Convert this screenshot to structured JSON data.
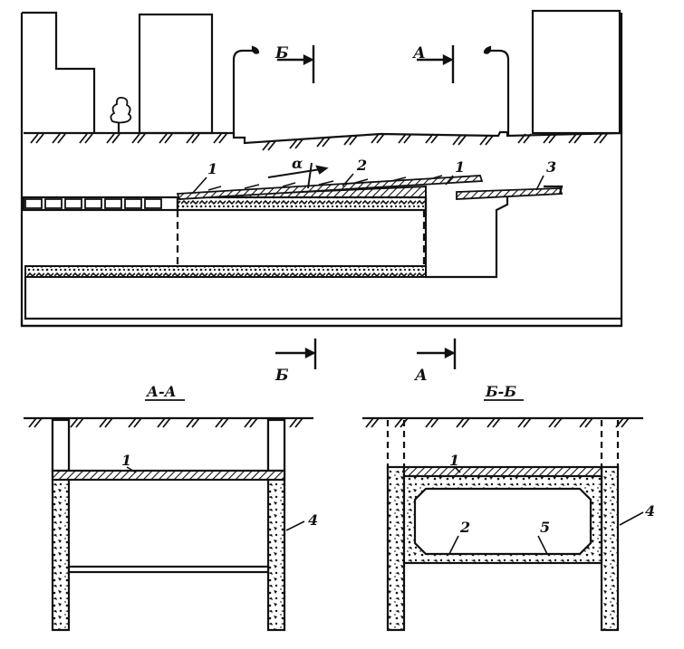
{
  "labels": {
    "n1": "1",
    "n2": "2",
    "n3": "3",
    "n4": "4",
    "n5": "5",
    "alpha": "α",
    "sec_b": "Б",
    "sec_a": "А",
    "title_aa": "А-А",
    "title_bb": "Б-Б"
  },
  "colors": {
    "ink": "#111111",
    "paper": "#ffffff"
  }
}
